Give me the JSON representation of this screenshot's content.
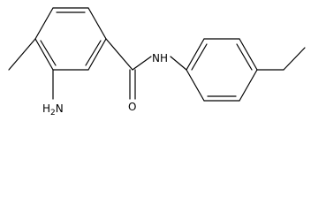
{
  "molecule": {
    "atoms": {
      "amine": {
        "element": "N",
        "hydrogens": "H",
        "count": "2"
      },
      "amide_nitrogen": {
        "element": "N",
        "hydrogens": "H"
      },
      "carbonyl_oxygen": {
        "element": "O"
      }
    }
  },
  "colors": {
    "bond": "#000000",
    "text": "#000000",
    "background": "#ffffff"
  }
}
